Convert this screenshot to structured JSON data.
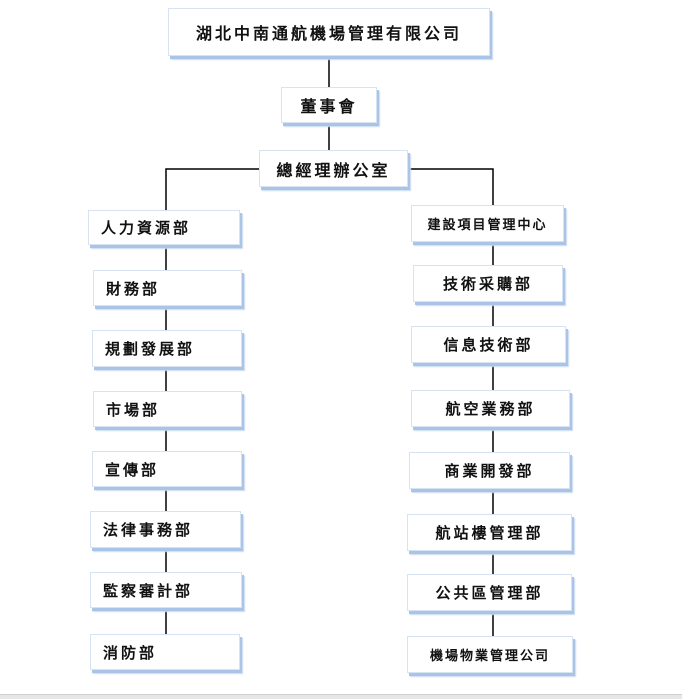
{
  "org_chart": {
    "company": "湖北中南通航機場管理有限公司",
    "board": "董事會",
    "gm_office": "總經理辦公室",
    "left_departments": [
      "人力資源部",
      "財務部",
      "規劃發展部",
      "市場部",
      "宣傳部",
      "法律事務部",
      "監察審計部",
      "消防部"
    ],
    "right_departments": [
      "建設項目管理中心",
      "技術采購部",
      "信息技術部",
      "航空業務部",
      "商業開發部",
      "航站樓管理部",
      "公共區管理部",
      "機場物業管理公司"
    ]
  }
}
